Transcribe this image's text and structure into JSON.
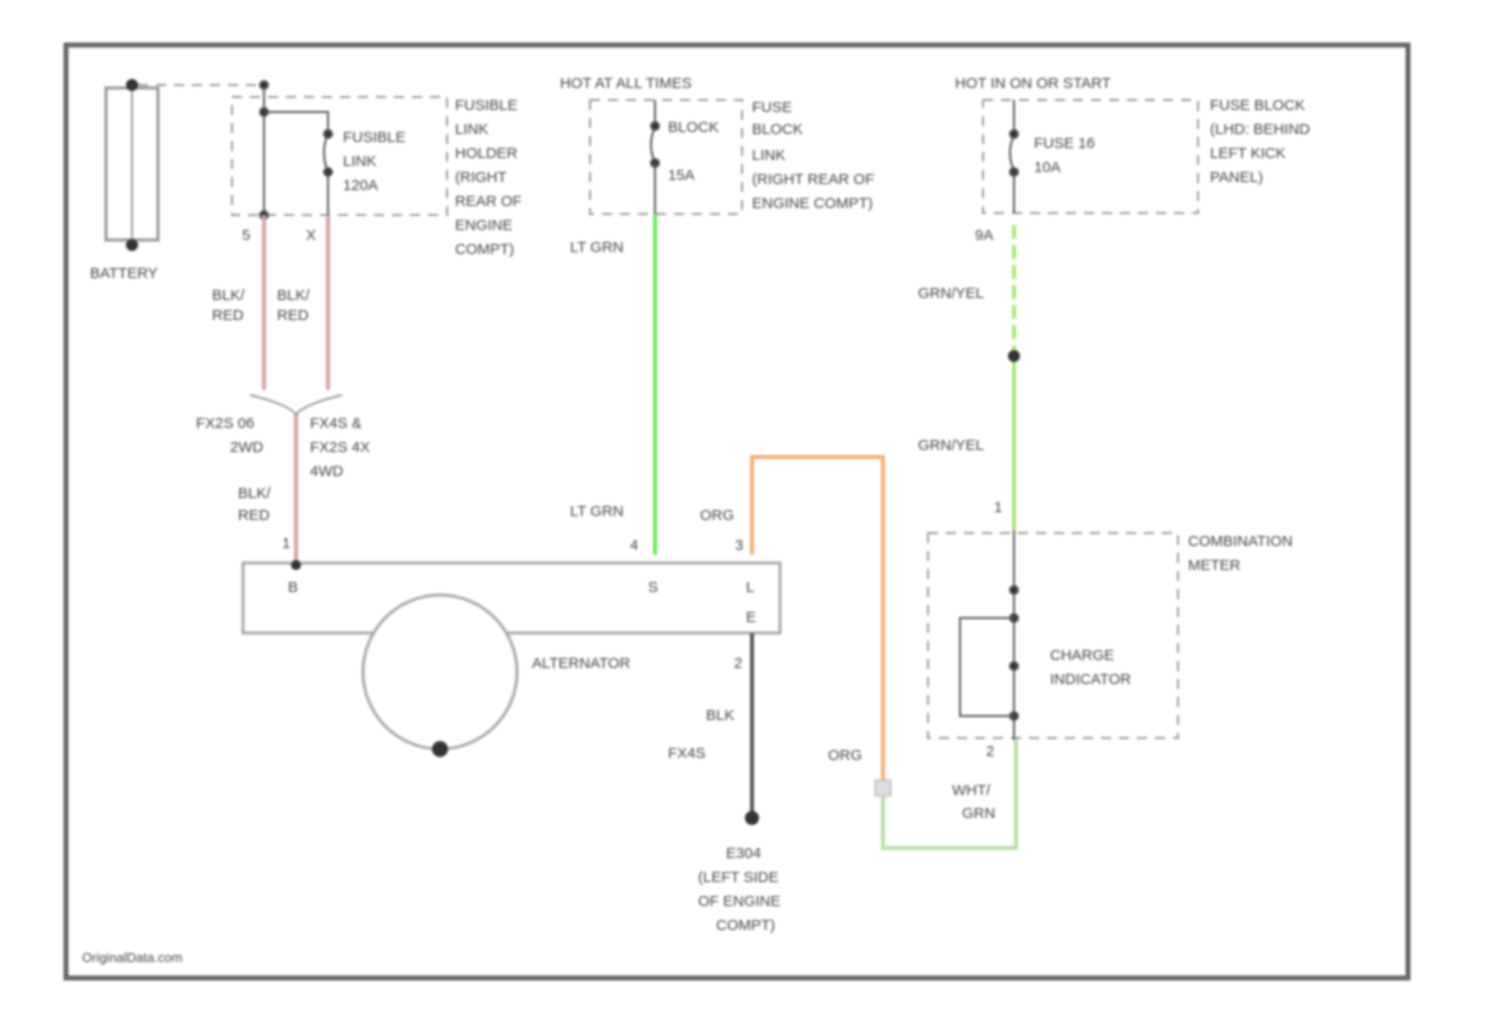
{
  "labels": {
    "battery": "BATTERY",
    "fusible_link_holder": [
      "FUSIBLE",
      "LINK",
      "HOLDER",
      "(RIGHT",
      "REAR OF",
      "ENGINE",
      "COMPT)"
    ],
    "fusible_link": [
      "FUSIBLE",
      "LINK",
      "120A"
    ],
    "pin_5": "5",
    "pin_x": "X",
    "hot_at_all_times": "HOT AT ALL TIMES",
    "fuse_block_left": [
      "BLOCK",
      "15A"
    ],
    "fuse_block_right": [
      "FUSE",
      "BLOCK",
      "LINK",
      "(RIGHT REAR OF",
      "ENGINE COMPT)"
    ],
    "hot_in_on_or_start": "HOT IN ON OR START",
    "fuse_16": [
      "FUSE 16",
      "10A"
    ],
    "fuse_block_lhd": [
      "FUSE BLOCK",
      "(LHD: BEHIND",
      "LEFT KICK",
      "PANEL)"
    ],
    "pin_9a": "9A",
    "wire_blk_red_1": [
      "BLK/",
      "RED"
    ],
    "wire_blk_red_2": [
      "BLK/",
      "RED"
    ],
    "wire_blk_red_3": [
      "BLK/",
      "RED"
    ],
    "variant_2wd": [
      "FX2S 06",
      "2WD"
    ],
    "variant_4wd": [
      "FX4S &",
      "FX2S 4X",
      "4WD"
    ],
    "lt_grn_top": "LT GRN",
    "lt_grn_bottom": "LT GRN",
    "grn_yel_top": "GRN/YEL",
    "grn_yel_bottom": "GRN/YEL",
    "org_top": "ORG",
    "org_bottom": "ORG",
    "alt_pin_1": "1",
    "alt_pin_4": "4",
    "alt_pin_3": "3",
    "alt_pin_2": "2",
    "alt_term_b": "B",
    "alt_term_s": "S",
    "alt_term_l": "L",
    "alt_term_e": "E",
    "alternator": "ALTERNATOR",
    "blk": "BLK",
    "fx4s": "FX4S",
    "ground": [
      "E304",
      "(LEFT SIDE",
      "OF ENGINE",
      "COMPT)"
    ],
    "combination_meter": [
      "COMBINATION",
      "METER"
    ],
    "meter_pin_1": "1",
    "meter_pin_2": "2",
    "charge_indicator": [
      "CHARGE",
      "INDICATOR"
    ],
    "wht_grn": [
      "WHT/",
      "GRN"
    ],
    "watermark": "OriginalData.com"
  },
  "colors": {
    "blk_red": "#d9a0a0",
    "lt_grn": "#66ee55",
    "grn_yel": "#a8e87a",
    "org": "#f5b070",
    "wht_grn": "#b8e0a8",
    "frame": "#666666"
  }
}
